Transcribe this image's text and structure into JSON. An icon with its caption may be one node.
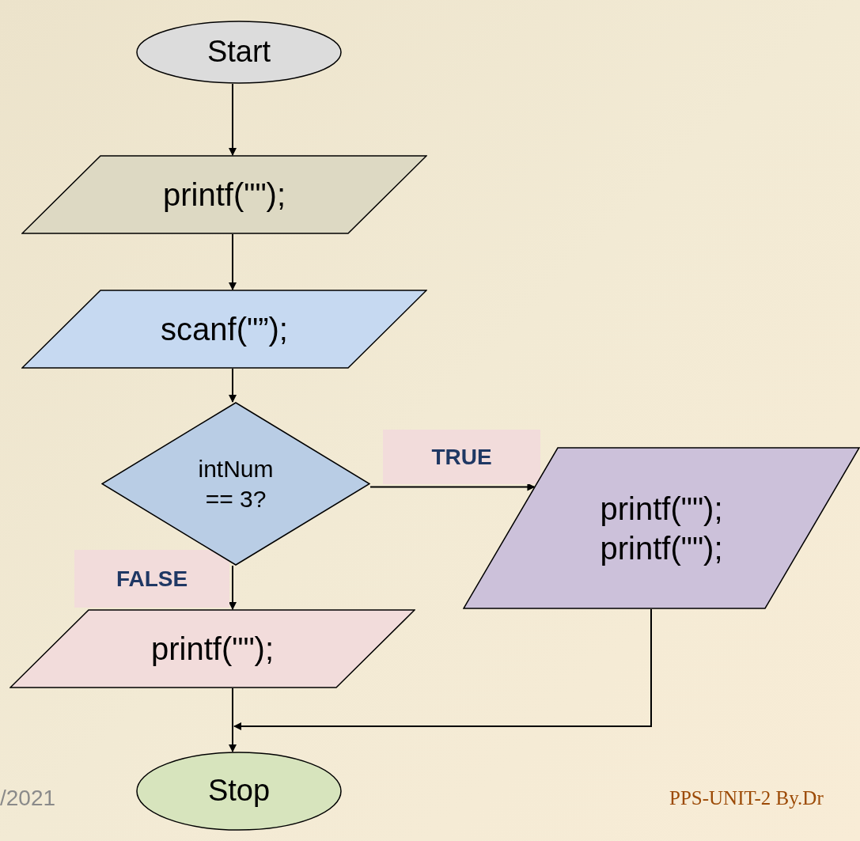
{
  "diagram": {
    "nodes": [
      {
        "text": [
          "Start"
        ]
      },
      {
        "text": [
          "printf(\"\");"
        ]
      },
      {
        "text": [
          "scanf(\"”);"
        ]
      },
      {
        "text": [
          "intNum == 3?"
        ]
      },
      {
        "text": [
          "printf(\"\");",
          "printf(\"\");"
        ]
      },
      {
        "text": [
          "printf(\"\");"
        ]
      },
      {
        "text": [
          "Stop"
        ]
      }
    ],
    "edges": [
      {
        "from": 0,
        "to": 1,
        "arrow": "to"
      },
      {
        "from": 1,
        "to": 2,
        "arrow": "to"
      },
      {
        "from": 2,
        "to": 3,
        "arrow": "to"
      },
      {
        "from": 3,
        "to": 4,
        "arrow": "to",
        "label": "TRUE"
      },
      {
        "from": 3,
        "to": 5,
        "arrow": "to",
        "label": "FALSE"
      },
      {
        "from": 5,
        "to": 6,
        "arrow": "to"
      },
      {
        "from": 4,
        "to": 6,
        "arrow": "to"
      }
    ],
    "labels": [
      "/2021",
      "PPS-UNIT-2 By.Dr"
    ]
  }
}
